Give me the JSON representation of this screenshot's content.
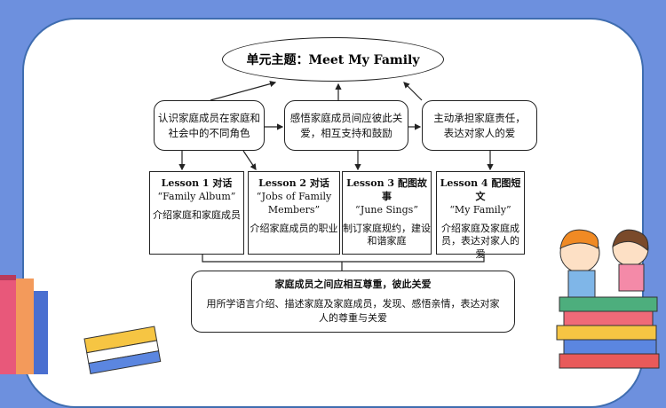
{
  "title": "单元主题：Meet My Family",
  "goals": [
    "认识家庭成员在家庭和社会中的不同角色",
    "感悟家庭成员间应彼此关爱，相互支持和鼓励",
    "主动承担家庭责任，表达对家人的爱"
  ],
  "lessons": [
    {
      "title": "Lesson 1 对话",
      "name": "“Family Album”",
      "desc": "介绍家庭和家庭成员"
    },
    {
      "title": "Lesson 2 对话",
      "name": "“Jobs of Family Members”",
      "desc": "介绍家庭成员的职业"
    },
    {
      "title": "Lesson 3 配图故事",
      "name": "“June Sings”",
      "desc": "制订家庭规约，建设和谐家庭"
    },
    {
      "title": "Lesson 4 配图短文",
      "name": "“My Family”",
      "desc": "介绍家庭及家庭成员，表达对家人的爱"
    }
  ],
  "summary": {
    "heading": "家庭成员之间应相互尊重，彼此关爱",
    "text": "用所学语言介绍、描述家庭及家庭成员，发现、感悟亲情，表达对家人的尊重与关爱"
  },
  "colors": {
    "frame": "#6d90de",
    "border": "#3f6db0"
  }
}
